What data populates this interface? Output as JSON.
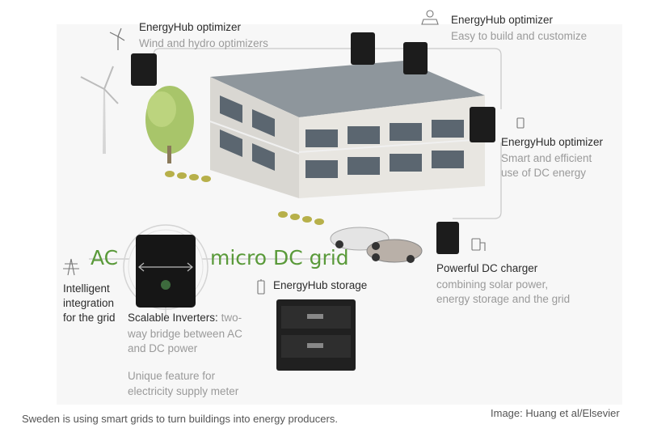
{
  "labels": {
    "opt_wind_title": "EnergyHub optimizer",
    "opt_wind_sub": "Wind and hydro optimizers",
    "opt_build_title": "EnergyHub optimizer",
    "opt_build_sub": "Easy to build and customize",
    "opt_smart_title": "EnergyHub optimizer",
    "opt_smart_sub1": "Smart and efficient",
    "opt_smart_sub2": "use of DC energy",
    "ac": "AC",
    "micro_dc": "micro DC grid",
    "storage_title": "EnergyHub storage",
    "charger_title": "Powerful DC charger",
    "charger_sub1": "combining solar power,",
    "charger_sub2": "energy storage and the grid",
    "grid_line1": "Intelligent",
    "grid_line2": "integration",
    "grid_line3": "for the grid",
    "inverter_title": "Scalable Inverters:",
    "inverter_sub1": " two-",
    "inverter_sub2": "way bridge between AC",
    "inverter_sub3": "and DC power",
    "unique1": "Unique feature for",
    "unique2": "electricity supply meter"
  },
  "caption": "Sweden is using smart grids to turn buildings into energy producers.",
  "credit": "Image: Huang et al/Elsevier",
  "colors": {
    "grid_green": "#5a9a3a",
    "title_text": "#2c2c2c",
    "sub_text": "#9a9a9a",
    "device": "#1c1c1c"
  },
  "icons": [
    "wind-turbine-icon",
    "solar-panel-icon",
    "optimizer-icon",
    "battery-icon",
    "charger-icon",
    "transmission-tower-icon"
  ]
}
